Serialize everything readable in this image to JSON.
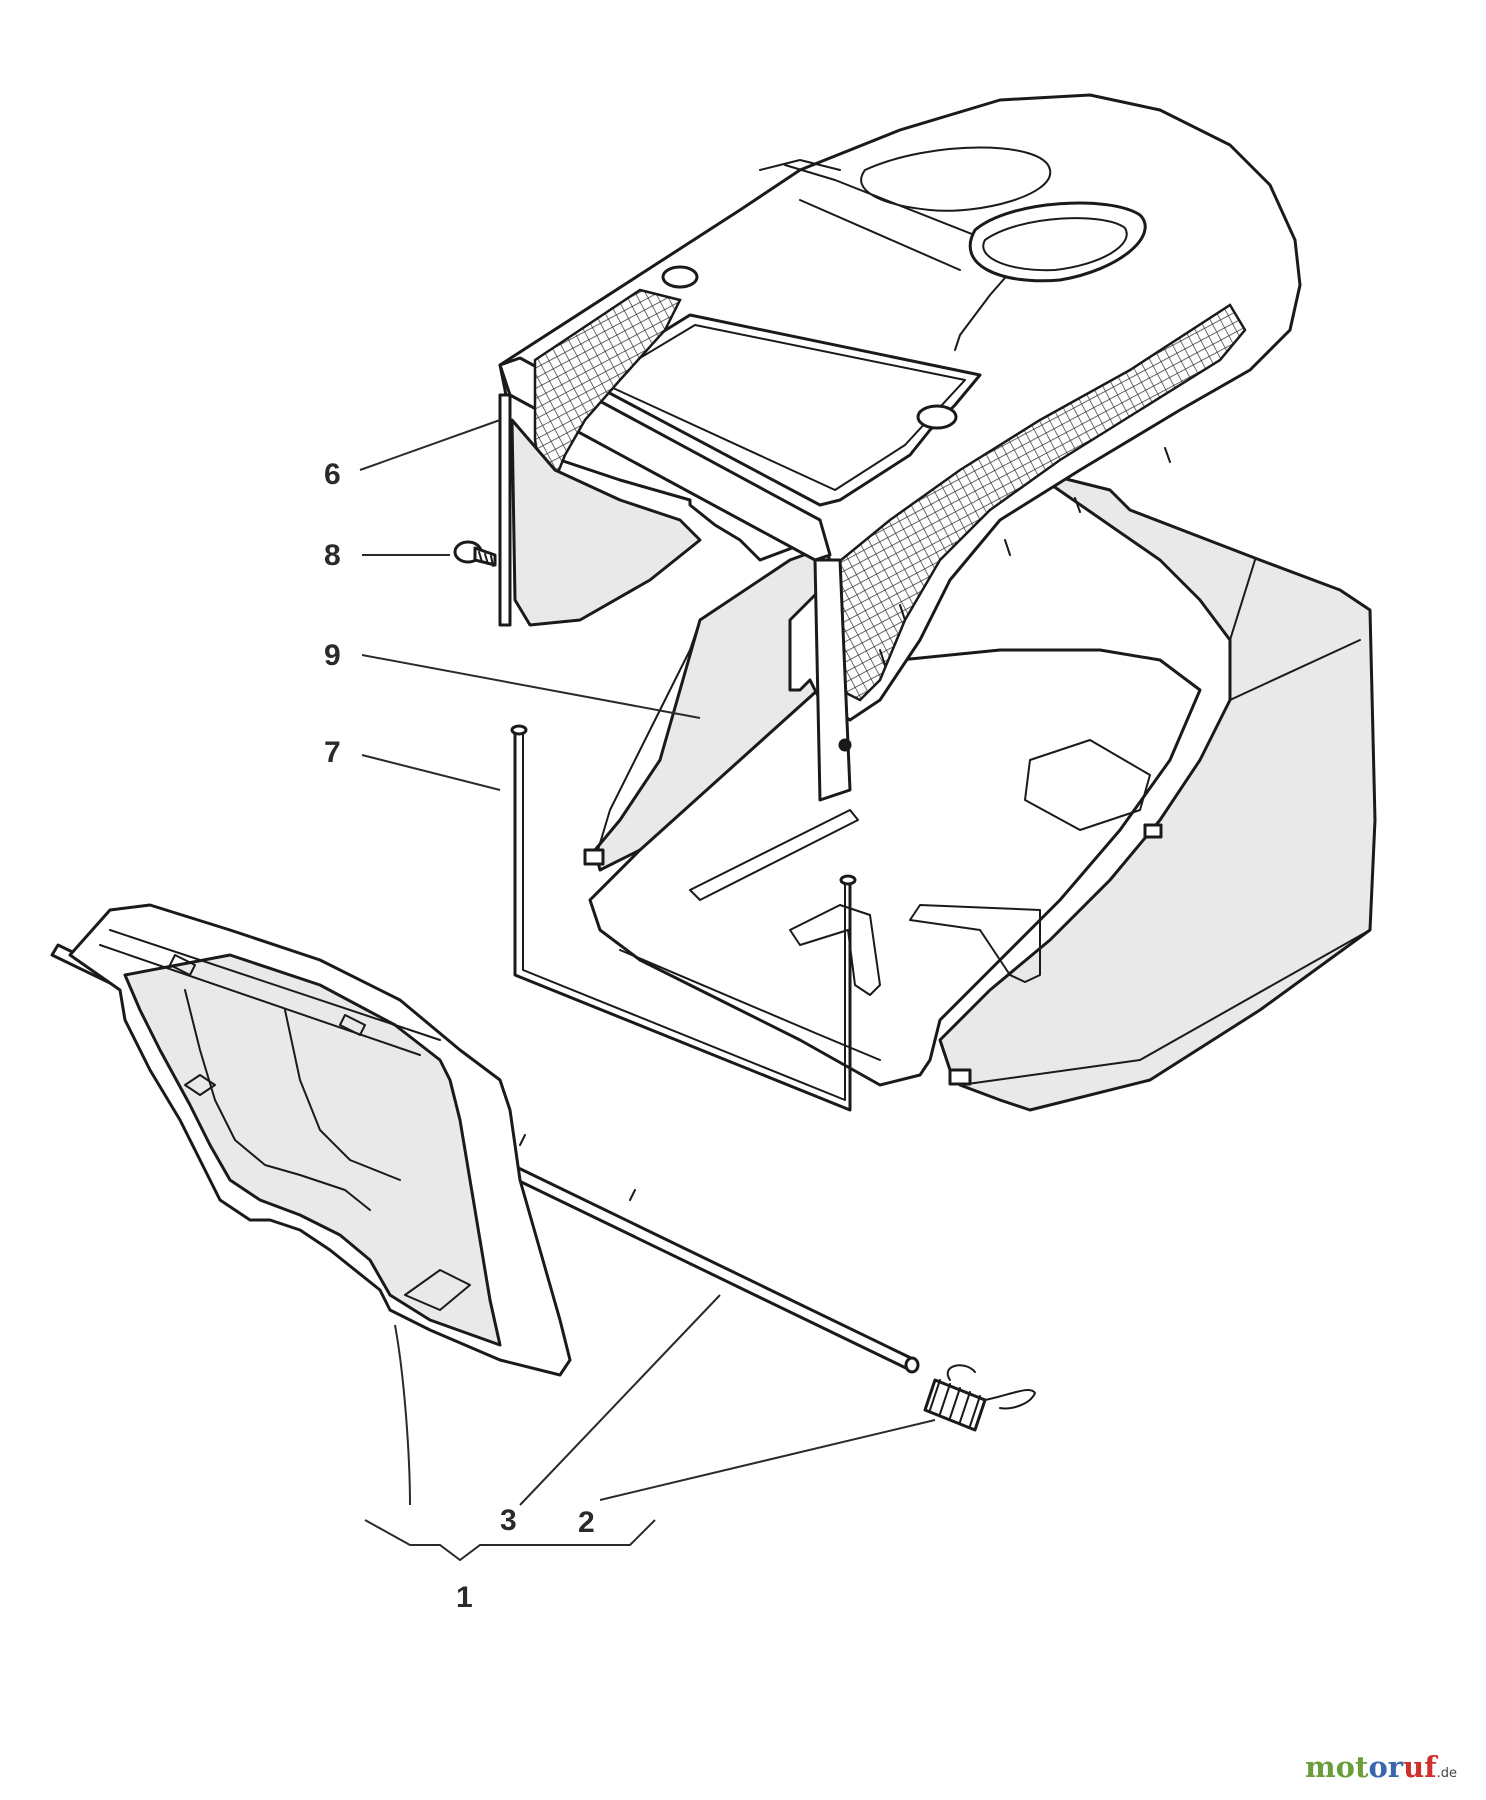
{
  "labels": {
    "l6": "6",
    "l8": "8",
    "l9": "9",
    "l7": "7",
    "l3": "3",
    "l2": "2",
    "l1": "1"
  },
  "logo": {
    "part1": "mot",
    "part2": "or",
    "part3": "uf",
    "tld": ".de"
  },
  "colors": {
    "line": "#1a1a1a",
    "bag_fill": "#e9e9e9",
    "logo_green": "#6b9e3a",
    "logo_blue": "#3a66b0",
    "logo_red": "#d0302b"
  }
}
